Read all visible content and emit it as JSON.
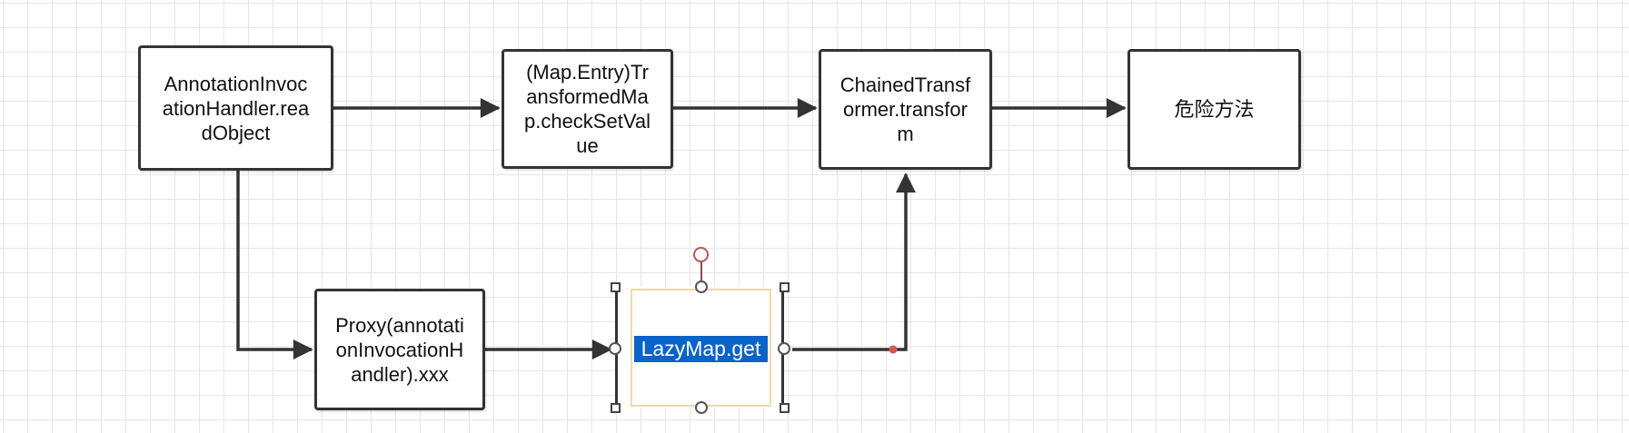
{
  "nodes": {
    "annotation": "AnnotationInvocationHandler.readObject",
    "transformed": "(Map.Entry)TransformedMap.checkSetValue",
    "chained": "ChainedTransformer.transform",
    "danger": "危险方法",
    "proxy": "Proxy(annotationInvocationHandler).xxx",
    "lazymap": "LazyMap.get"
  },
  "colors": {
    "stroke": "#333333",
    "selection_fill": "#0a63c9",
    "selection_frame": "#f0d9a8",
    "waypoint": "#d9534f",
    "grid": "#e6e6e6"
  }
}
